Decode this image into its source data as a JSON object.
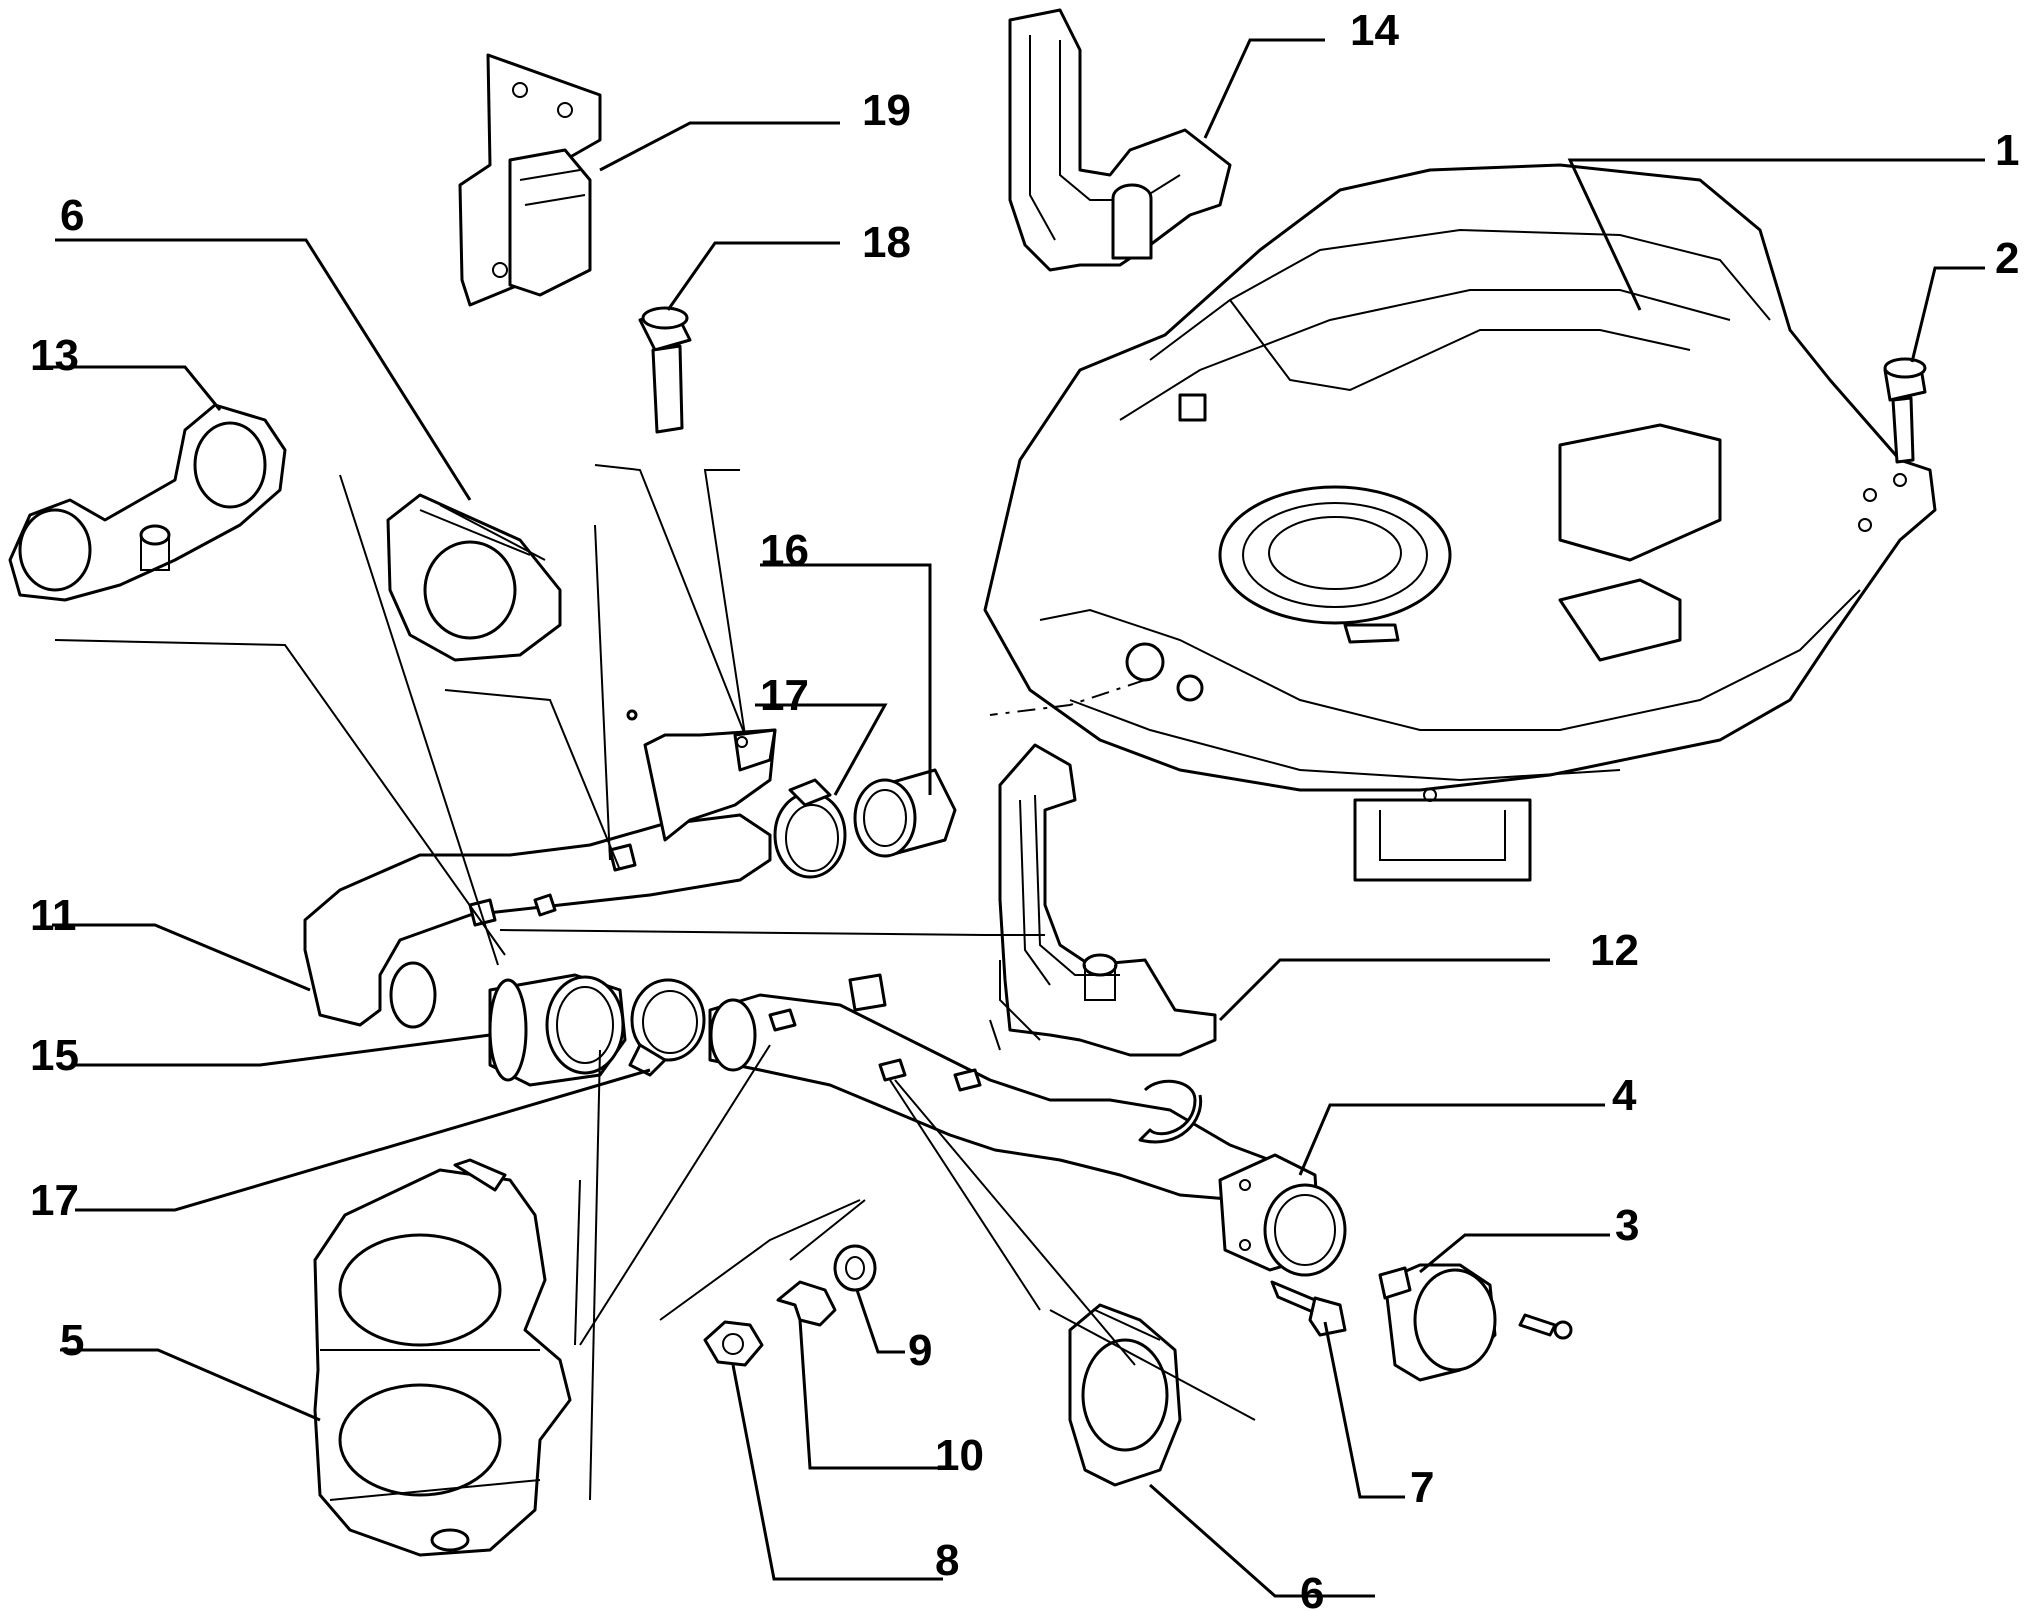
{
  "diagram": {
    "callouts": [
      {
        "id": "c1",
        "label": "1"
      },
      {
        "id": "c2",
        "label": "2"
      },
      {
        "id": "c3",
        "label": "3"
      },
      {
        "id": "c4",
        "label": "4"
      },
      {
        "id": "c5",
        "label": "5"
      },
      {
        "id": "c6a",
        "label": "6"
      },
      {
        "id": "c6b",
        "label": "6"
      },
      {
        "id": "c7",
        "label": "7"
      },
      {
        "id": "c8",
        "label": "8"
      },
      {
        "id": "c9",
        "label": "9"
      },
      {
        "id": "c10",
        "label": "10"
      },
      {
        "id": "c11",
        "label": "11"
      },
      {
        "id": "c12",
        "label": "12"
      },
      {
        "id": "c13",
        "label": "13"
      },
      {
        "id": "c14",
        "label": "14"
      },
      {
        "id": "c15",
        "label": "15"
      },
      {
        "id": "c16",
        "label": "16"
      },
      {
        "id": "c17a",
        "label": "17"
      },
      {
        "id": "c17b",
        "label": "17"
      },
      {
        "id": "c18",
        "label": "18"
      },
      {
        "id": "c19",
        "label": "19"
      }
    ]
  }
}
